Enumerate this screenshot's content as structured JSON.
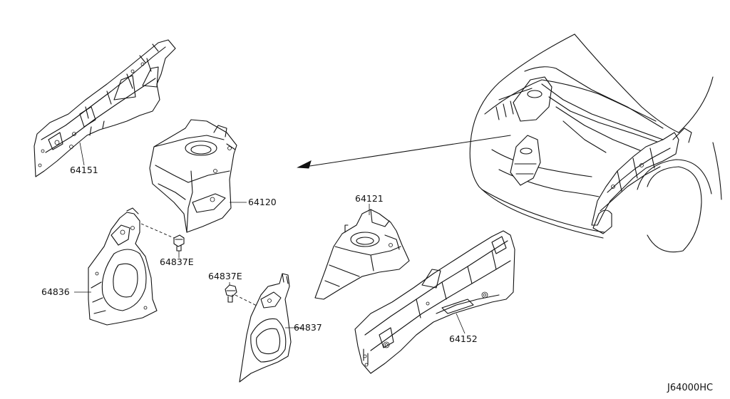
{
  "parts": [
    {
      "id": "p64151",
      "label": "64151"
    },
    {
      "id": "p64120",
      "label": "64120"
    },
    {
      "id": "p64121",
      "label": "64121"
    },
    {
      "id": "p64837E_a",
      "label": "64837E"
    },
    {
      "id": "p64837E_b",
      "label": "64837E"
    },
    {
      "id": "p64836",
      "label": "64836"
    },
    {
      "id": "p64837",
      "label": "64837"
    },
    {
      "id": "p64152",
      "label": "64152"
    }
  ],
  "diagram_code": "J64000HC"
}
